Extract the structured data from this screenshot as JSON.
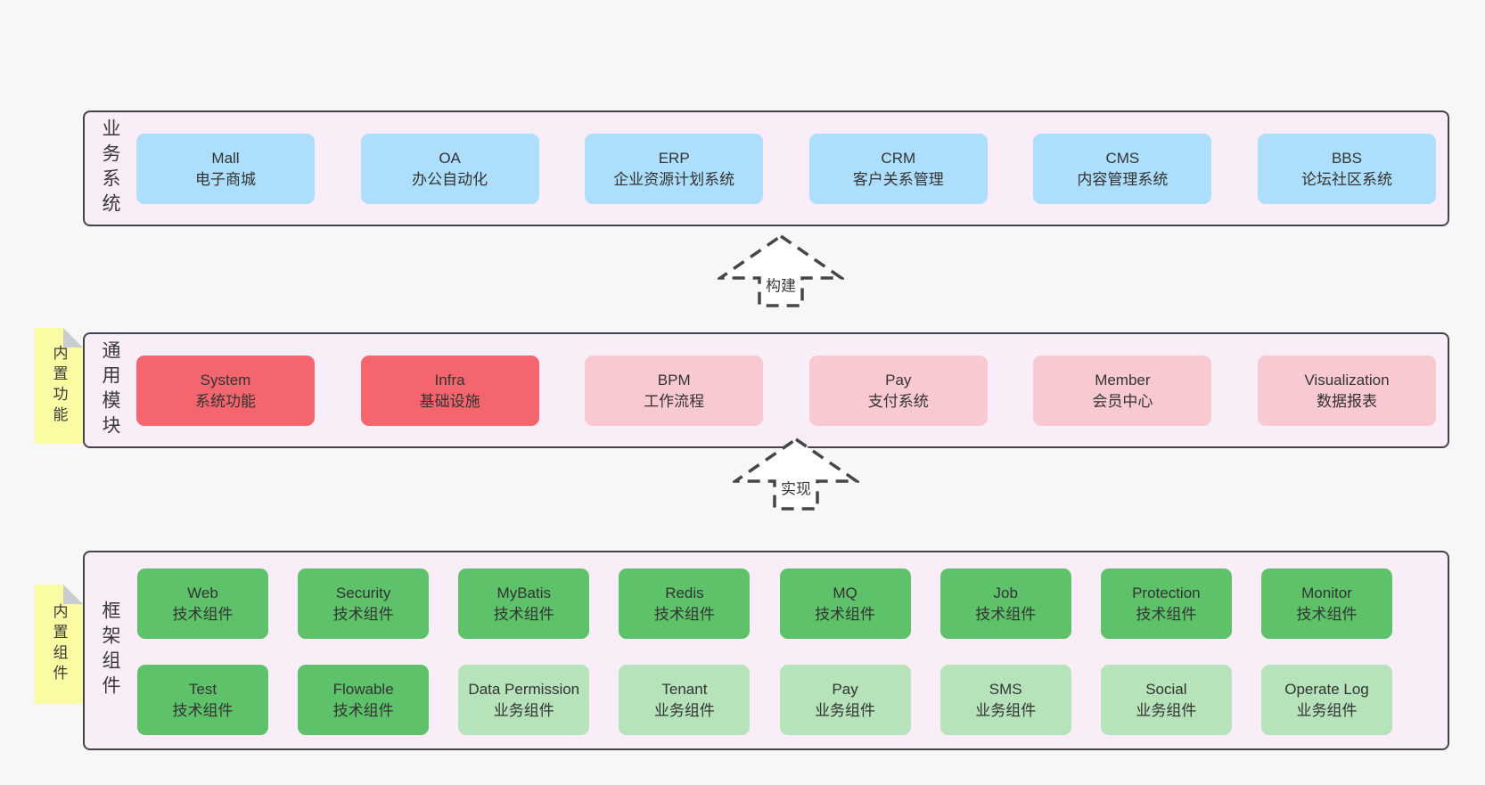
{
  "palette": {
    "page_background": "#f7f7f7",
    "panel_fill": "#f9eef8",
    "panel_border": "#46424a",
    "blue_box": "#addefb",
    "red_box": "#f4656d",
    "pink_box": "#f9c9d2",
    "green_box": "#5ec26a",
    "light_green_box": "#b6e3b9",
    "sticky_yellow": "#fbfba3",
    "sticky_fold_gray": "#c9cdd2",
    "text": "#3b3b3b"
  },
  "arrows": [
    {
      "label": "构建"
    },
    {
      "label": "实现"
    }
  ],
  "layers": [
    {
      "id": "business-systems",
      "label": "业务系统",
      "boxes": [
        {
          "title": "Mall",
          "subtitle": "电子商城",
          "variant": "blue"
        },
        {
          "title": "OA",
          "subtitle": "办公自动化",
          "variant": "blue"
        },
        {
          "title": "ERP",
          "subtitle": "企业资源计划系统",
          "variant": "blue"
        },
        {
          "title": "CRM",
          "subtitle": "客户关系管理",
          "variant": "blue"
        },
        {
          "title": "CMS",
          "subtitle": "内容管理系统",
          "variant": "blue"
        },
        {
          "title": "BBS",
          "subtitle": "论坛社区系统",
          "variant": "blue"
        }
      ]
    },
    {
      "id": "common-modules",
      "label": "通用模块",
      "sticky": "内置功能",
      "boxes": [
        {
          "title": "System",
          "subtitle": "系统功能",
          "variant": "red"
        },
        {
          "title": "Infra",
          "subtitle": "基础设施",
          "variant": "red"
        },
        {
          "title": "BPM",
          "subtitle": "工作流程",
          "variant": "pink"
        },
        {
          "title": "Pay",
          "subtitle": "支付系统",
          "variant": "pink"
        },
        {
          "title": "Member",
          "subtitle": "会员中心",
          "variant": "pink"
        },
        {
          "title": "Visualization",
          "subtitle": "数据报表",
          "variant": "pink"
        }
      ]
    },
    {
      "id": "framework-components",
      "label": "框架组件",
      "sticky": "内置组件",
      "rows": [
        [
          {
            "title": "Web",
            "subtitle": "技术组件",
            "variant": "green"
          },
          {
            "title": "Security",
            "subtitle": "技术组件",
            "variant": "green"
          },
          {
            "title": "MyBatis",
            "subtitle": "技术组件",
            "variant": "green"
          },
          {
            "title": "Redis",
            "subtitle": "技术组件",
            "variant": "green"
          },
          {
            "title": "MQ",
            "subtitle": "技术组件",
            "variant": "green"
          },
          {
            "title": "Job",
            "subtitle": "技术组件",
            "variant": "green"
          },
          {
            "title": "Protection",
            "subtitle": "技术组件",
            "variant": "green"
          },
          {
            "title": "Monitor",
            "subtitle": "技术组件",
            "variant": "green"
          }
        ],
        [
          {
            "title": "Test",
            "subtitle": "技术组件",
            "variant": "green"
          },
          {
            "title": "Flowable",
            "subtitle": "技术组件",
            "variant": "green"
          },
          {
            "title": "Data Permission",
            "subtitle": "业务组件",
            "variant": "green-light"
          },
          {
            "title": "Tenant",
            "subtitle": "业务组件",
            "variant": "green-light"
          },
          {
            "title": "Pay",
            "subtitle": "业务组件",
            "variant": "green-light"
          },
          {
            "title": "SMS",
            "subtitle": "业务组件",
            "variant": "green-light"
          },
          {
            "title": "Social",
            "subtitle": "业务组件",
            "variant": "green-light"
          },
          {
            "title": "Operate Log",
            "subtitle": "业务组件",
            "variant": "green-light"
          }
        ]
      ]
    }
  ]
}
